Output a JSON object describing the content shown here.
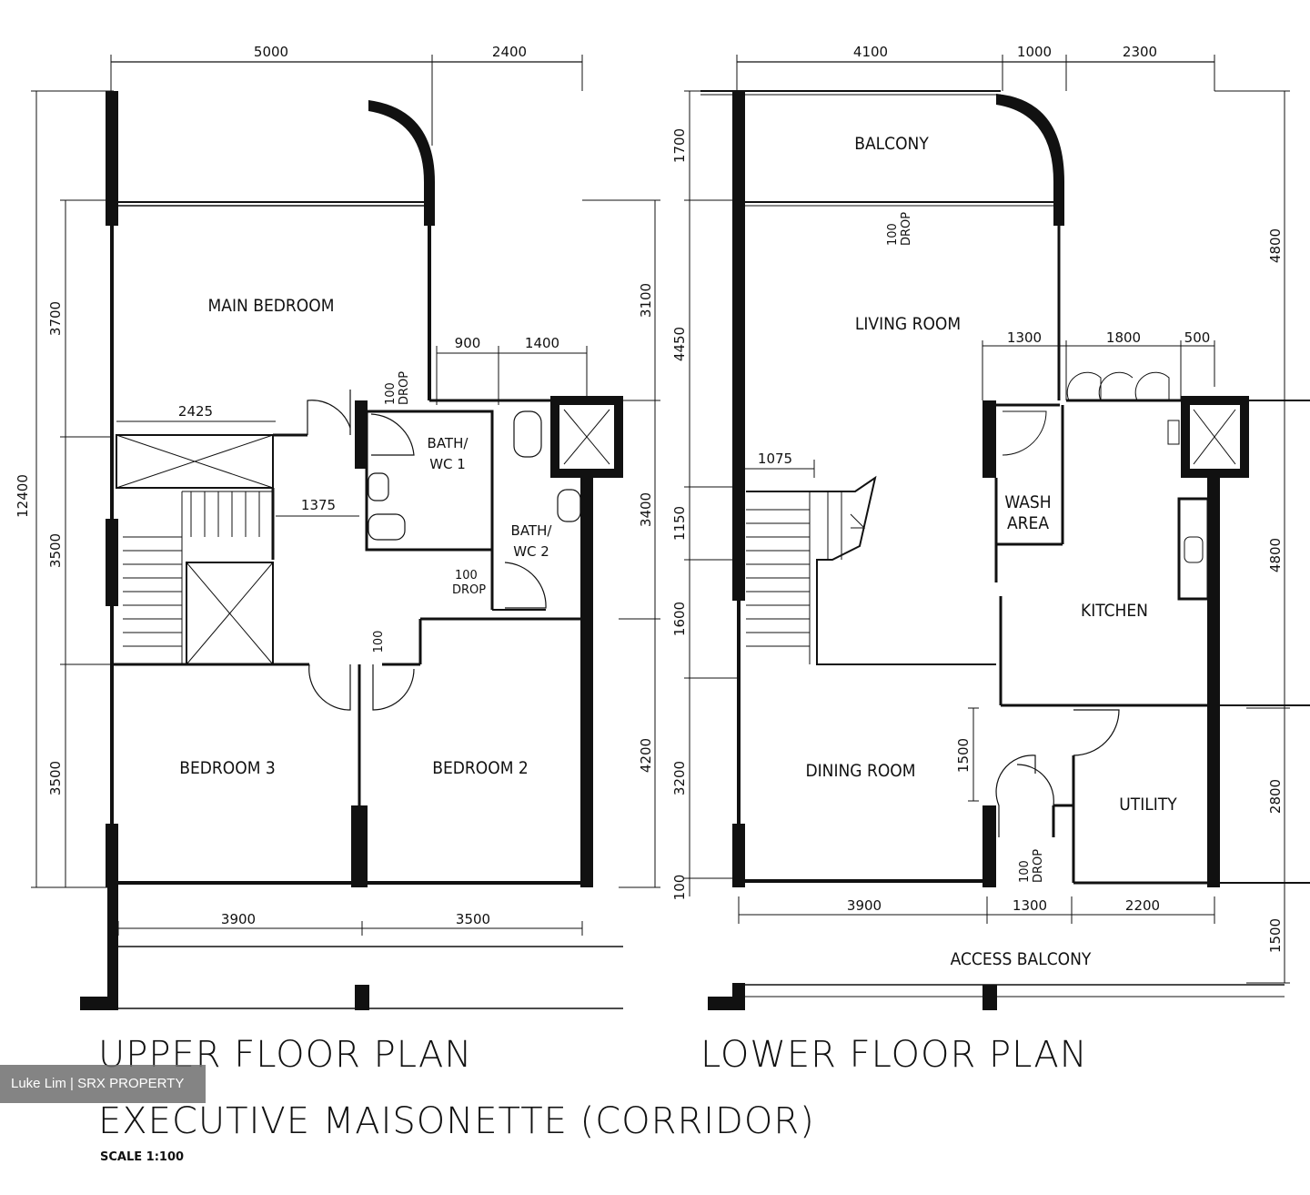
{
  "upper": {
    "rooms": {
      "main_bedroom": "MAIN BEDROOM",
      "bath1_a": "BATH/",
      "bath1_b": "WC 1",
      "bath2_a": "BATH/",
      "bath2_b": "WC 2",
      "bedroom3": "BEDROOM 3",
      "bedroom2": "BEDROOM 2"
    },
    "dims": {
      "top1": "5000",
      "top2": "2400",
      "left_total": "12400",
      "left1": "3700",
      "left2": "3500",
      "left3": "3500",
      "right1": "3100",
      "right2": "3400",
      "right3": "4200",
      "inner1": "900",
      "inner2": "1400",
      "stair_w": "2425",
      "corr_w": "1375",
      "bottom1": "3900",
      "bottom2": "3500"
    },
    "drops": {
      "d1_a": "100",
      "d1_b": "DROP",
      "d2_a": "100",
      "d2_b": "DROP",
      "d3": "100"
    },
    "title": "UPPER FLOOR PLAN"
  },
  "lower": {
    "rooms": {
      "balcony": "BALCONY",
      "living": "LIVING ROOM",
      "wash_a": "WASH",
      "wash_b": "AREA",
      "kitchen": "KITCHEN",
      "dining": "DINING ROOM",
      "utility": "UTILITY",
      "access": "ACCESS BALCONY"
    },
    "dims": {
      "top1": "4100",
      "top2": "1000",
      "top3": "2300",
      "left1": "1700",
      "left2": "4450",
      "left3": "1150",
      "left4": "1600",
      "left5": "3200",
      "left6": "100",
      "right1": "4800",
      "right2": "4800",
      "right3": "2800",
      "right4": "1500",
      "inner1": "1300",
      "inner2": "1800",
      "inner3": "500",
      "stair_w": "1075",
      "dining_v": "1500",
      "bottom1": "3900",
      "bottom2": "1300",
      "bottom3": "2200"
    },
    "drops": {
      "d1_a": "100",
      "d1_b": "DROP",
      "d2_a": "100",
      "d2_b": "DROP"
    },
    "title": "LOWER FLOOR PLAN"
  },
  "subtitle": "EXECUTIVE MAISONETTE (CORRIDOR)",
  "scale": "SCALE   1:100",
  "watermark": "Luke Lim | SRX PROPERTY"
}
